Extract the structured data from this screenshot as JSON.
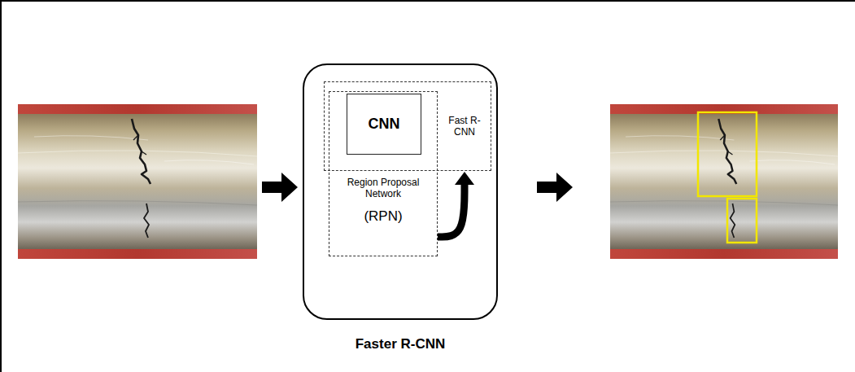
{
  "diagram": {
    "nodes": [
      {
        "text": [
          "Faster R-CNN"
        ]
      },
      {
        "text": [
          "Fast R-CNN"
        ],
        "in": 0
      },
      {
        "text": [
          "CNN"
        ],
        "in": 1
      },
      {
        "text": [
          "Region Proposal Network",
          "(RPN)"
        ],
        "in": 0
      }
    ],
    "edges": [
      {
        "from": 3,
        "to": 1,
        "arrow": "to"
      }
    ]
  }
}
